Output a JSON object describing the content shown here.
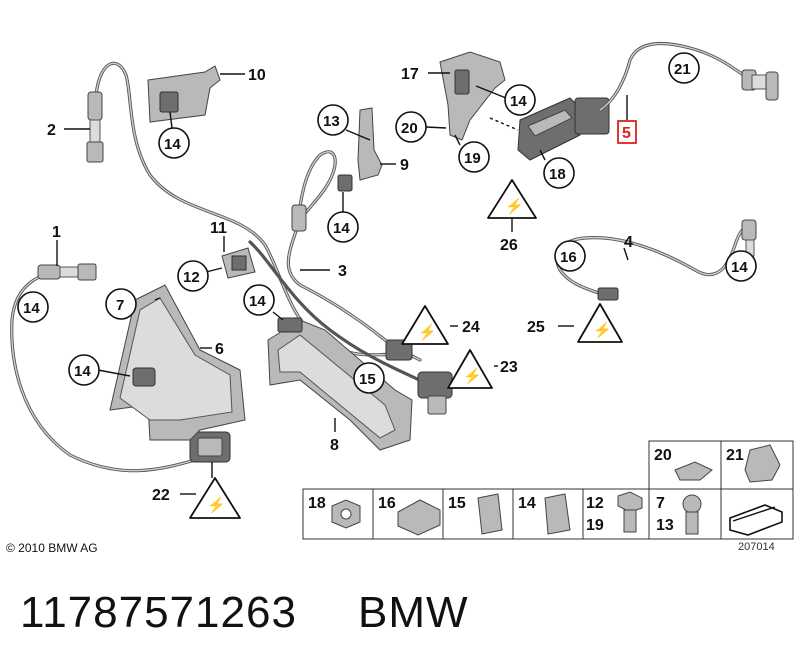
{
  "diagram": {
    "copyright": "© 2010 BMW AG",
    "drawing_number": "207014",
    "callouts": {
      "c1": "1",
      "c2": "2",
      "c3": "3",
      "c4": "4",
      "c5": "5",
      "c6": "6",
      "c7": "7",
      "c8": "8",
      "c9": "9",
      "c10": "10",
      "c11": "11",
      "c12": "12",
      "c13": "13",
      "c14": "14",
      "c15": "15",
      "c16": "16",
      "c17": "17",
      "c18": "18",
      "c19": "19",
      "c20": "20",
      "c21": "21",
      "c22": "22",
      "c23": "23",
      "c24": "24",
      "c25": "25",
      "c26": "26"
    },
    "legend": {
      "l18": "18",
      "l16": "16",
      "l15": "15",
      "l14": "14",
      "l12": "12",
      "l19": "19",
      "l7": "7",
      "l13": "13",
      "l20": "20",
      "l21": "21"
    },
    "highlight_color": "#e0201c"
  },
  "footer": {
    "part_number": "11787571263",
    "brand": "BMW"
  }
}
